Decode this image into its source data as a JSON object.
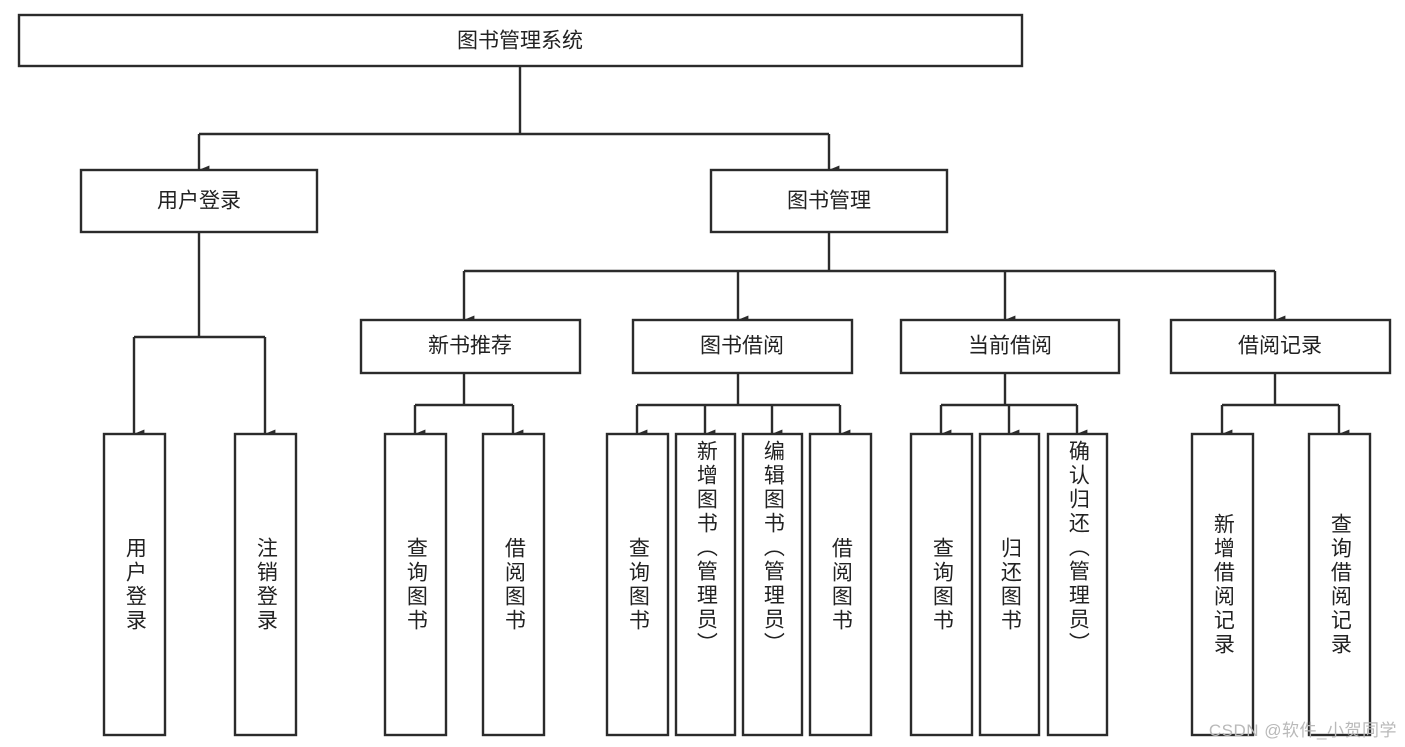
{
  "diagram": {
    "type": "hierarchy-tree",
    "title": "图书管理系统",
    "orientation": "top-down",
    "arrow_style": "filled-triangle",
    "colors": {
      "box_stroke": "#2b2b2b",
      "box_fill": "#ffffff",
      "text": "#222222",
      "background": "#ffffff",
      "watermark": "#b9b9b9"
    },
    "levels": [
      {
        "level": 1,
        "nodes": [
          {
            "id": "root",
            "label": "图书管理系统",
            "orientation": "horizontal"
          }
        ]
      },
      {
        "level": 2,
        "nodes": [
          {
            "id": "user-login",
            "label": "用户登录",
            "orientation": "horizontal",
            "parent": "root"
          },
          {
            "id": "book-manage",
            "label": "图书管理",
            "orientation": "horizontal",
            "parent": "root"
          }
        ]
      },
      {
        "level": 3,
        "nodes": [
          {
            "id": "new-book-rec",
            "label": "新书推荐",
            "orientation": "horizontal",
            "parent": "book-manage"
          },
          {
            "id": "book-borrow",
            "label": "图书借阅",
            "orientation": "horizontal",
            "parent": "book-manage"
          },
          {
            "id": "current-borrow",
            "label": "当前借阅",
            "orientation": "horizontal",
            "parent": "book-manage"
          },
          {
            "id": "borrow-record",
            "label": "借阅记录",
            "orientation": "horizontal",
            "parent": "book-manage"
          }
        ]
      },
      {
        "level": 4,
        "nodes": [
          {
            "id": "leaf-user-login",
            "label": "用户登录",
            "orientation": "vertical",
            "parent": "user-login"
          },
          {
            "id": "leaf-user-logout",
            "label": "注销登录",
            "orientation": "vertical",
            "parent": "user-login"
          },
          {
            "id": "leaf-query-book-1",
            "label": "查询图书",
            "orientation": "vertical",
            "parent": "new-book-rec"
          },
          {
            "id": "leaf-borrow-book-1",
            "label": "借阅图书",
            "orientation": "vertical",
            "parent": "new-book-rec"
          },
          {
            "id": "leaf-query-book-2",
            "label": "查询图书",
            "orientation": "vertical",
            "parent": "book-borrow"
          },
          {
            "id": "leaf-add-book",
            "label": "新增图书（管理员）",
            "orientation": "vertical",
            "parent": "book-borrow"
          },
          {
            "id": "leaf-edit-book",
            "label": "编辑图书（管理员）",
            "orientation": "vertical",
            "parent": "book-borrow"
          },
          {
            "id": "leaf-borrow-book-2",
            "label": "借阅图书",
            "orientation": "vertical",
            "parent": "book-borrow"
          },
          {
            "id": "leaf-query-book-3",
            "label": "查询图书",
            "orientation": "vertical",
            "parent": "current-borrow"
          },
          {
            "id": "leaf-return-book",
            "label": "归还图书",
            "orientation": "vertical",
            "parent": "current-borrow"
          },
          {
            "id": "leaf-confirm-return",
            "label": "确认归还（管理员）",
            "orientation": "vertical",
            "parent": "current-borrow"
          },
          {
            "id": "leaf-add-record",
            "label": "新增借阅记录",
            "orientation": "vertical",
            "parent": "borrow-record"
          },
          {
            "id": "leaf-query-record",
            "label": "查询借阅记录",
            "orientation": "vertical",
            "parent": "borrow-record"
          }
        ]
      }
    ]
  },
  "watermark": {
    "text": "CSDN @软件_小贺同学"
  }
}
